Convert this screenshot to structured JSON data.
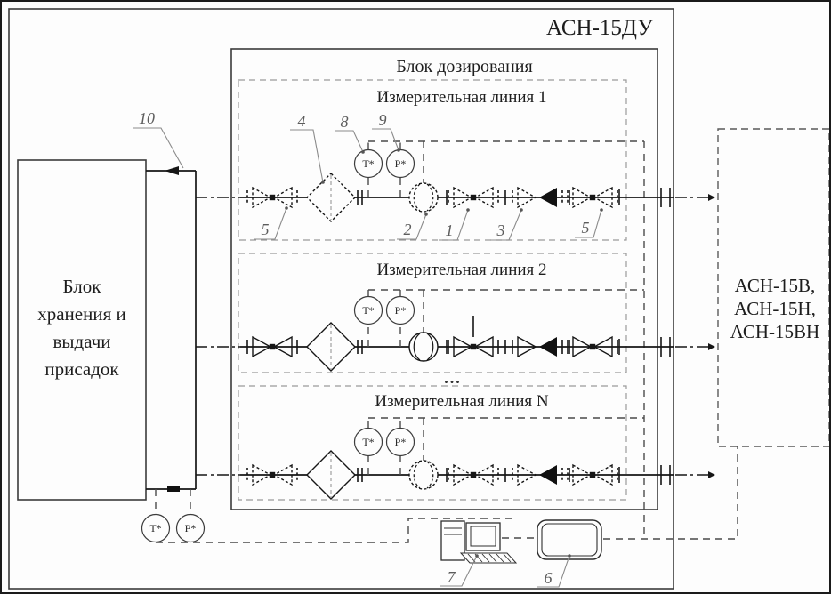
{
  "window": {
    "title": "АСН-15ДУ"
  },
  "blocks": {
    "dosing": {
      "title": "Блок дозирования"
    },
    "storage": {
      "lines": [
        "Блок",
        "хранения и",
        "выдачи",
        "присадок"
      ]
    },
    "receivers": {
      "lines": [
        "АСН-15В,",
        "АСН-15Н,",
        "АСН-15ВН"
      ]
    }
  },
  "measuring_lines": [
    {
      "title": "Измерительная линия 1"
    },
    {
      "title": "Измерительная линия 2"
    },
    {
      "title": "Измерительная линия N"
    }
  ],
  "sensors": {
    "temperature": "Т*",
    "pressure": "Р*"
  },
  "callouts": {
    "n1": "1",
    "n2": "2",
    "n3": "3",
    "n4": "4",
    "n5": "5",
    "n6": "6",
    "n7": "7",
    "n8": "8",
    "n9": "9",
    "n10": "10"
  },
  "ellipsis": "..."
}
